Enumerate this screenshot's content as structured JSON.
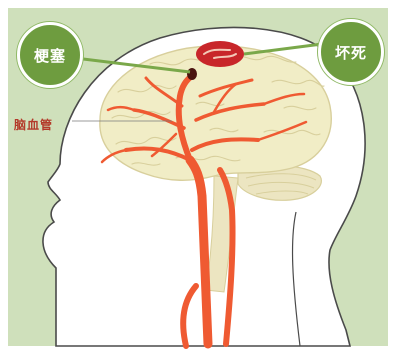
{
  "labels": {
    "infarction": "梗塞",
    "necrosis": "坏死",
    "vessel": "脑血管"
  },
  "colors": {
    "background": "#cfe0bb",
    "head": "#ffffff",
    "outline": "#4a4a4a",
    "brain": "#f1edc6",
    "brain_fold": "#d8cf9c",
    "cerebellum": "#ece5c1",
    "artery": "#ef5a32",
    "necrosis_region": "#c8262a",
    "clot": "#4a1410",
    "bubble": "#6e9c3f",
    "pointer": "#7aa84a",
    "vessel_label": "#b33a2a"
  },
  "icons": [
    "infarction-clot-icon"
  ]
}
